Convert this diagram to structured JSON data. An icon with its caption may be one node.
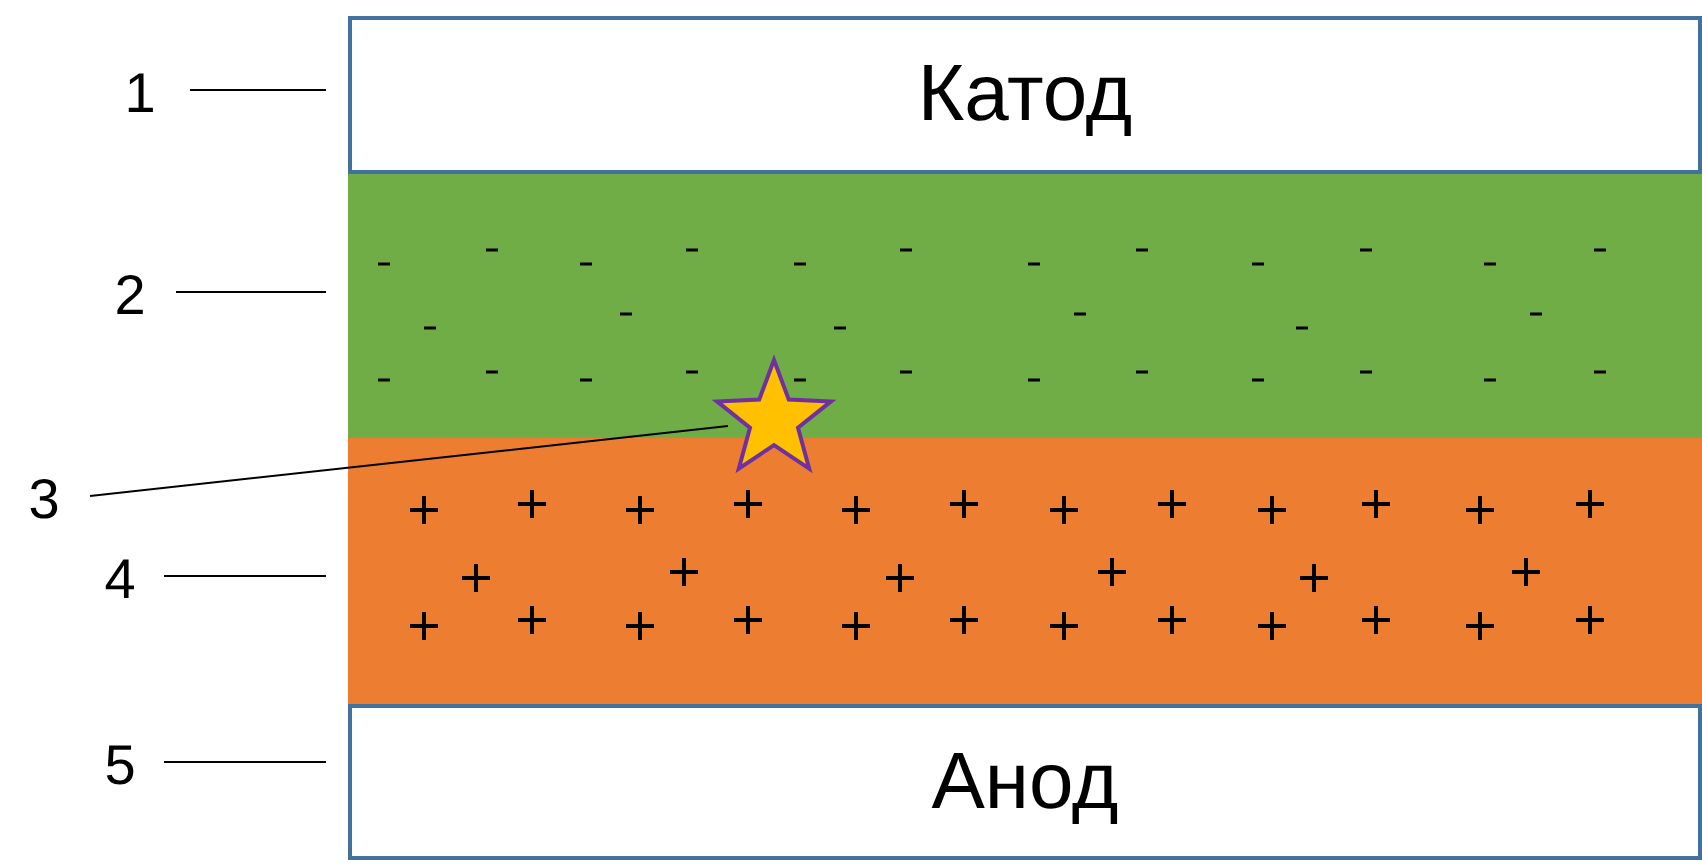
{
  "diagram": {
    "nodes": [
      {
        "text": [
          "Катод"
        ]
      },
      {
        "text": [],
        "shape": "bar"
      },
      {
        "text": [],
        "shape": "star"
      },
      {
        "text": [],
        "shape": "bar"
      },
      {
        "text": [
          "Анод"
        ]
      },
      {
        "text": [
          "1"
        ]
      },
      {
        "text": [
          "2"
        ]
      },
      {
        "text": [
          "3"
        ]
      },
      {
        "text": [
          "4"
        ]
      },
      {
        "text": [
          "5"
        ]
      }
    ],
    "edges": [
      {
        "from": 5,
        "to": 0,
        "arrow": "none"
      },
      {
        "from": 6,
        "to": 1,
        "arrow": "none"
      },
      {
        "from": 7,
        "to": 2,
        "arrow": "none"
      },
      {
        "from": 8,
        "to": 3,
        "arrow": "none"
      },
      {
        "from": 9,
        "to": 4,
        "arrow": "none"
      }
    ]
  }
}
